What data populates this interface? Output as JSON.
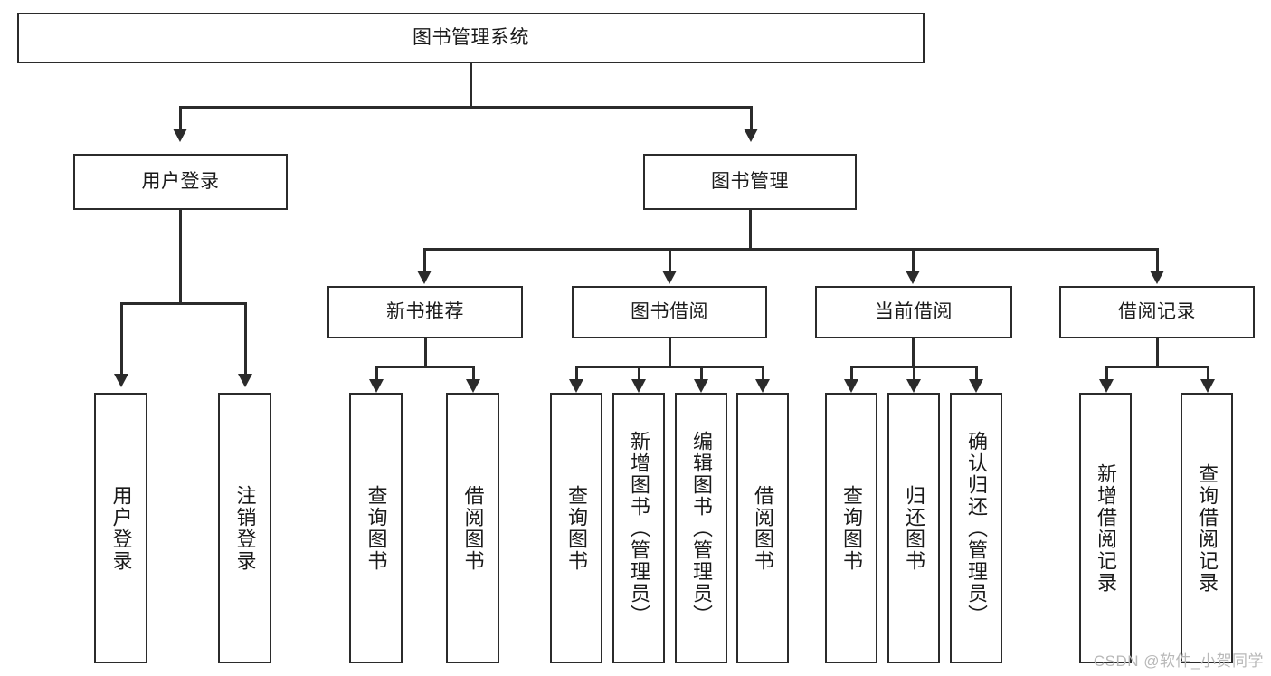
{
  "diagram": {
    "title": "图书管理系统",
    "type": "hierarchy-tree",
    "root": {
      "id": "root",
      "label": "图书管理系统"
    },
    "level2": [
      {
        "id": "user-login",
        "label": "用户登录"
      },
      {
        "id": "book-manage",
        "label": "图书管理"
      }
    ],
    "level3": [
      {
        "id": "new-book-recommend",
        "label": "新书推荐"
      },
      {
        "id": "book-borrow",
        "label": "图书借阅"
      },
      {
        "id": "current-borrow",
        "label": "当前借阅"
      },
      {
        "id": "borrow-record",
        "label": "借阅记录"
      }
    ],
    "leaves": {
      "user_login": [
        {
          "id": "leaf-user-login",
          "label": "用户登录"
        },
        {
          "id": "leaf-logout-login",
          "label": "注销登录"
        }
      ],
      "new_book_recommend": [
        {
          "id": "leaf-query-book-1",
          "label": "查询图书"
        },
        {
          "id": "leaf-borrow-book-1",
          "label": "借阅图书"
        }
      ],
      "book_borrow": [
        {
          "id": "leaf-query-book-2",
          "label": "查询图书"
        },
        {
          "id": "leaf-add-book",
          "label": "新增图书（管理员）"
        },
        {
          "id": "leaf-edit-book",
          "label": "编辑图书（管理员）"
        },
        {
          "id": "leaf-borrow-book-2",
          "label": "借阅图书"
        }
      ],
      "current_borrow": [
        {
          "id": "leaf-query-book-3",
          "label": "查询图书"
        },
        {
          "id": "leaf-return-book",
          "label": "归还图书"
        },
        {
          "id": "leaf-confirm-return",
          "label": "确认归还（管理员）"
        }
      ],
      "borrow_record": [
        {
          "id": "leaf-add-borrow-record",
          "label": "新增借阅记录"
        },
        {
          "id": "leaf-query-borrow-record",
          "label": "查询借阅记录"
        }
      ]
    }
  },
  "watermark": {
    "text": "CSDN @软件_小贺同学"
  },
  "colors": {
    "stroke": "#2b2b2b",
    "fill": "#ffffff",
    "text": "#1a1a1a",
    "watermark": "#b8b8b8"
  }
}
